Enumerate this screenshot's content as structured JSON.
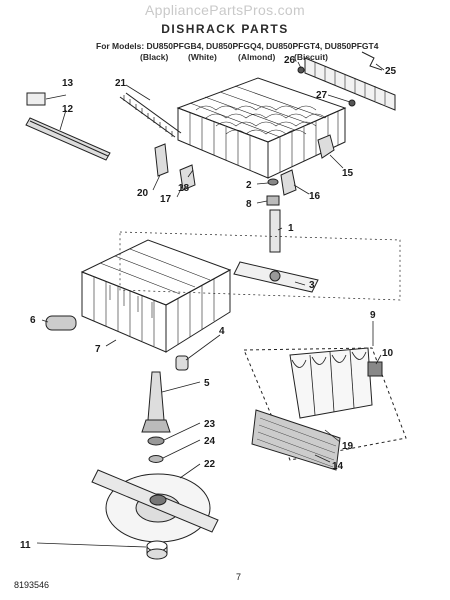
{
  "header": {
    "watermark": "AppliancePartsPros.com",
    "title": "DISHRACK PARTS",
    "models_line": "For Models: DU850PFGB4, DU850PFGQ4, DU850PFGT4, DU850PFGT4",
    "colors": [
      "(Black)",
      "(White)",
      "(Almond)",
      "(Biscuit)"
    ]
  },
  "callouts": [
    "1",
    "2",
    "3",
    "4",
    "5",
    "6",
    "7",
    "8",
    "9",
    "10",
    "11",
    "12",
    "13",
    "14",
    "15",
    "16",
    "17",
    "18",
    "19",
    "20",
    "21",
    "22",
    "23",
    "24",
    "25",
    "26",
    "27"
  ],
  "footer": {
    "page_number": "7",
    "doc_number": "8193546"
  }
}
